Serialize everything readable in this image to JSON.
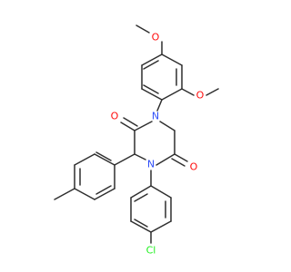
{
  "molecule": {
    "atoms": {
      "o_top": {
        "text": "O",
        "color": "#ff0d0d"
      },
      "o_mid": {
        "text": "O",
        "color": "#ff0d0d"
      },
      "o_left": {
        "text": "O",
        "color": "#ff0d0d"
      },
      "o_right": {
        "text": "O",
        "color": "#ff0d0d"
      },
      "n_upper": {
        "text": "N",
        "color": "#3050f8"
      },
      "n_lower": {
        "text": "N",
        "color": "#3050f8"
      },
      "cl": {
        "text": "Cl",
        "color": "#1ff01f"
      }
    },
    "bond_color": "#2f2f2f"
  }
}
